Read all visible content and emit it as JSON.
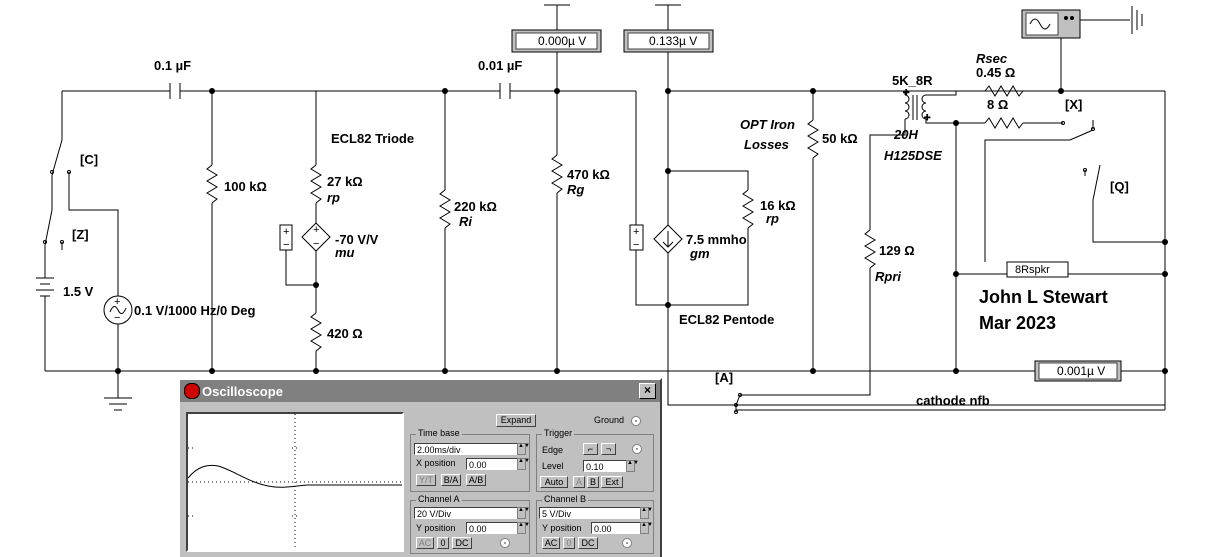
{
  "circuit": {
    "c1_value": "0.1 µF",
    "c2_value": "0.01 µF",
    "r_100k": "100 kΩ",
    "triode_title": "ECL82 Triode",
    "r_27k": "27 kΩ",
    "r_27k_name": "rp",
    "mu_value": "-70 V/V",
    "mu_name": "mu",
    "r_420": "420 Ω",
    "r_220k": "220 kΩ",
    "r_220k_name": "Ri",
    "r_470k": "470 kΩ",
    "r_470k_name": "Rg",
    "r_16k": "16 kΩ",
    "r_16k_name": "rp",
    "gm_value": "7.5 mmho",
    "gm_name": "gm",
    "pentode_title": "ECL82 Pentode",
    "opt_line1": "OPT Iron",
    "opt_line2": "Losses",
    "r_50k": "50 kΩ",
    "xfmr_name": "5K_8R",
    "xfmr_l": "20H",
    "xfmr_model": "H125DSE",
    "rsec_name": "Rsec",
    "rsec_value": "0.45 Ω",
    "r_8": "8 Ω",
    "node_x": "[X]",
    "node_q": "[Q]",
    "node_c": "[C]",
    "node_z": "[Z]",
    "node_a": "[A]",
    "r_129": "129 Ω",
    "r_129_name": "Rpri",
    "spkr": "8Rspkr",
    "battery": "1.5 V",
    "source": "0.1 V/1000 Hz/0 Deg",
    "cathode_nfb": "cathode nfb",
    "author": "John L Stewart",
    "date": "Mar 2023"
  },
  "meters": {
    "meter1": "0.000µ  V",
    "meter2": "0.133µ  V",
    "meter3": "0.001µ  V"
  },
  "scope": {
    "title": "Oscilloscope",
    "close": "×",
    "expand": "Expand",
    "ground": "Ground",
    "time_base_title": "Time base",
    "time_base_value": "2.00ms/div",
    "x_position_label": "X position",
    "x_position_value": "0.00",
    "btn_yt": "Y/T",
    "btn_ba": "B/A",
    "btn_ab": "A/B",
    "trigger_title": "Trigger",
    "edge_label": "Edge",
    "level_label": "Level",
    "level_value": "0.10",
    "btn_auto": "Auto",
    "btn_a": "A",
    "btn_b": "B",
    "btn_ext": "Ext",
    "channel_a_title": "Channel A",
    "channel_a_value": "20  V/Div",
    "ya_label": "Y position",
    "ya_value": "0.00",
    "btn_ac_a": "AC",
    "btn_0_a": "0",
    "btn_dc_a": "DC",
    "channel_b_title": "Channel B",
    "channel_b_value": "5  V/Div",
    "yb_label": "Y position",
    "yb_value": "0.00",
    "btn_ac_b": "AC",
    "btn_0_b": "0",
    "btn_dc_b": "DC"
  },
  "colors": {
    "background": "#ffffff",
    "wire": "#000000",
    "scope_face": "#c0c0c0",
    "scope_titlebar": "#808080"
  }
}
